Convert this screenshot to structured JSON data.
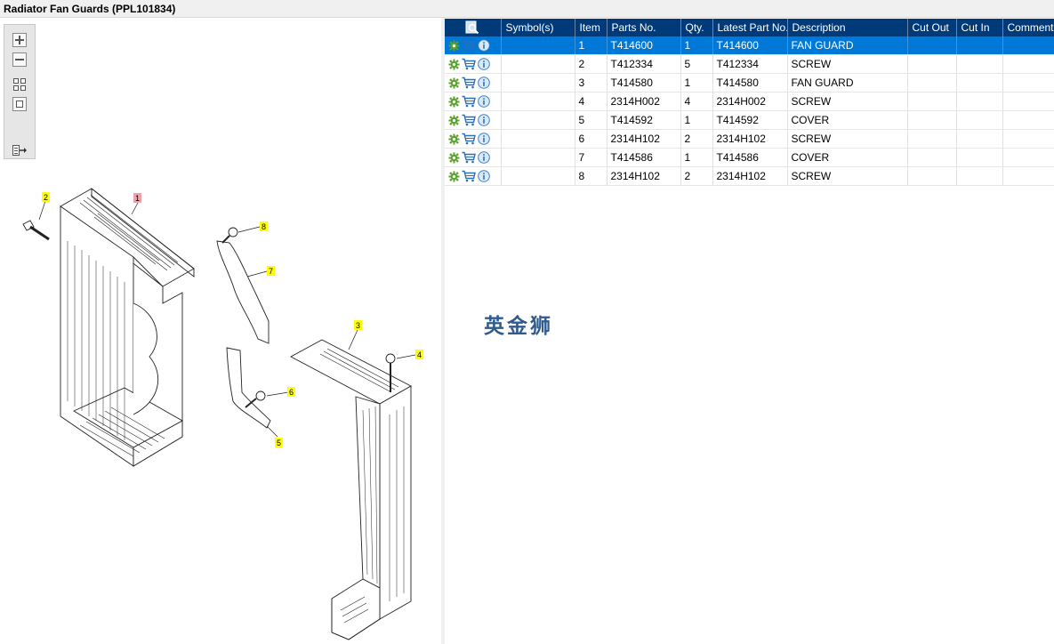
{
  "window": {
    "title": "Radiator Fan Guards (PPL101834)"
  },
  "toolbar": {
    "buttons": [
      {
        "name": "zoom-in-button",
        "icon": "plus-icon"
      },
      {
        "name": "zoom-out-button",
        "icon": "minus-icon"
      },
      {
        "name": "fit-all-button",
        "icon": "grid-icon"
      },
      {
        "name": "fit-window-button",
        "icon": "square-icon"
      },
      {
        "name": "export-button",
        "icon": "export-arrow-icon"
      }
    ]
  },
  "drawing": {
    "callouts": [
      {
        "label": "1",
        "highlight": "#f4a0a8"
      },
      {
        "label": "2",
        "highlight": "#ffff00"
      },
      {
        "label": "3",
        "highlight": "#ffff00"
      },
      {
        "label": "4",
        "highlight": "#ffff00"
      },
      {
        "label": "5",
        "highlight": "#ffff00"
      },
      {
        "label": "6",
        "highlight": "#ffff00"
      },
      {
        "label": "7",
        "highlight": "#ffff00"
      },
      {
        "label": "8",
        "highlight": "#ffff00"
      }
    ]
  },
  "table": {
    "columns": [
      "",
      "Symbol(s)",
      "Item",
      "Parts No.",
      "Qty.",
      "Latest Part No.",
      "Description",
      "Cut Out",
      "Cut In",
      "Comment"
    ],
    "header_icon": "magnify-icon",
    "row_icons": [
      "gear-icon",
      "cart-icon",
      "info-icon"
    ],
    "selected_row": 0,
    "rows": [
      {
        "symbols": "",
        "item": "1",
        "part_no": "T414600",
        "qty": "1",
        "latest": "T414600",
        "desc": "FAN GUARD",
        "cut_out": "",
        "cut_in": "",
        "comment": ""
      },
      {
        "symbols": "",
        "item": "2",
        "part_no": "T412334",
        "qty": "5",
        "latest": "T412334",
        "desc": "SCREW",
        "cut_out": "",
        "cut_in": "",
        "comment": ""
      },
      {
        "symbols": "",
        "item": "3",
        "part_no": "T414580",
        "qty": "1",
        "latest": "T414580",
        "desc": "FAN GUARD",
        "cut_out": "",
        "cut_in": "",
        "comment": ""
      },
      {
        "symbols": "",
        "item": "4",
        "part_no": "2314H002",
        "qty": "4",
        "latest": "2314H002",
        "desc": "SCREW",
        "cut_out": "",
        "cut_in": "",
        "comment": ""
      },
      {
        "symbols": "",
        "item": "5",
        "part_no": "T414592",
        "qty": "1",
        "latest": "T414592",
        "desc": "COVER",
        "cut_out": "",
        "cut_in": "",
        "comment": ""
      },
      {
        "symbols": "",
        "item": "6",
        "part_no": "2314H102",
        "qty": "2",
        "latest": "2314H102",
        "desc": "SCREW",
        "cut_out": "",
        "cut_in": "",
        "comment": ""
      },
      {
        "symbols": "",
        "item": "7",
        "part_no": "T414586",
        "qty": "1",
        "latest": "T414586",
        "desc": "COVER",
        "cut_out": "",
        "cut_in": "",
        "comment": ""
      },
      {
        "symbols": "",
        "item": "8",
        "part_no": "2314H102",
        "qty": "2",
        "latest": "2314H102",
        "desc": "SCREW",
        "cut_out": "",
        "cut_in": "",
        "comment": ""
      }
    ]
  },
  "watermark": "英金狮",
  "colors": {
    "header_bg": "#003a78",
    "selected_bg": "#0078d7",
    "gear": "#5aa02c",
    "cart": "#2a6fb8",
    "info": "#3a7fd0"
  }
}
